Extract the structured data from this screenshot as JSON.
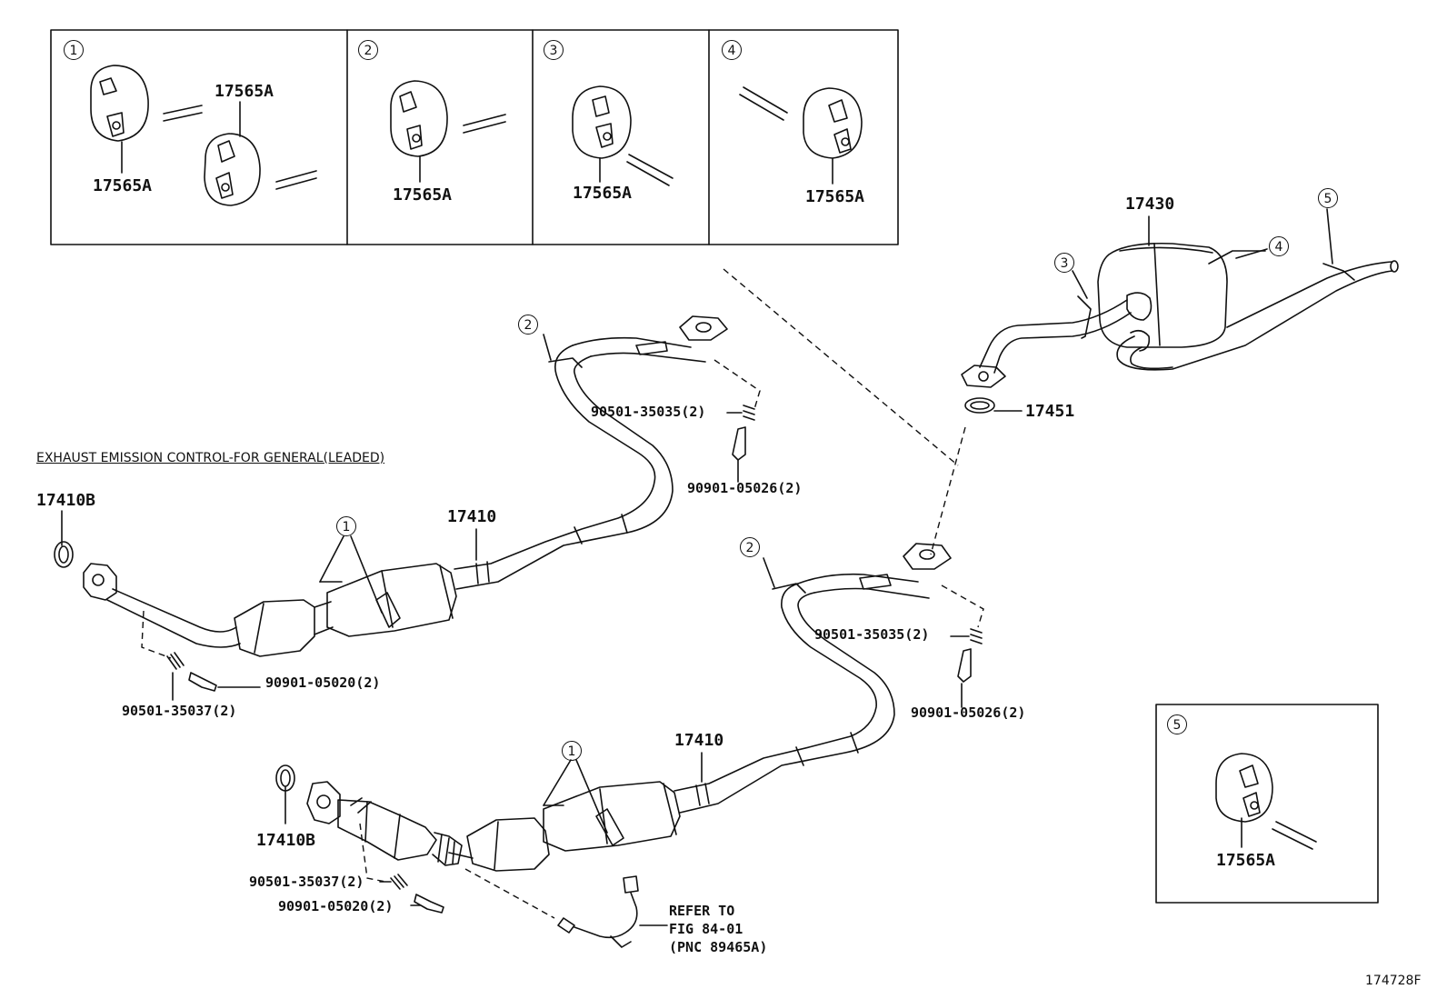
{
  "caption": "EXHAUST EMISSION CONTROL-FOR GENERAL(LEADED)",
  "figure_number": "174728F",
  "insets": [
    {
      "callout": "1",
      "labels": [
        "17565A",
        "17565A"
      ]
    },
    {
      "callout": "2",
      "labels": [
        "17565A"
      ]
    },
    {
      "callout": "3",
      "labels": [
        "17565A"
      ]
    },
    {
      "callout": "4",
      "labels": [
        "17565A"
      ]
    },
    {
      "callout": "5",
      "labels": [
        "17565A"
      ]
    }
  ],
  "parts": {
    "tailpipe_muffler": "17430",
    "gasket_ring": "17451",
    "front_pipe_upper": "17410",
    "front_pipe_lower": "17410",
    "gasket_upper": "17410B",
    "gasket_lower": "17410B",
    "spring_upper_right": "90501-35035(2)",
    "bolt_upper_right": "90901-05026(2)",
    "spring_lower_right": "90501-35035(2)",
    "bolt_lower_right": "90901-05026(2)",
    "spring_upper_left": "90501-35037(2)",
    "bolt_upper_left": "90901-05020(2)",
    "spring_lower_left": "90501-35037(2)",
    "bolt_lower_left": "90901-05020(2)"
  },
  "callouts": {
    "c1_upper": "1",
    "c2_upper": "2",
    "c1_lower": "1",
    "c2_lower": "2",
    "c3_tail": "3",
    "c4_tail": "4",
    "c5_tail": "5"
  },
  "reference_note": [
    "REFER TO",
    "FIG 84-01",
    "(PNC 89465A)"
  ]
}
